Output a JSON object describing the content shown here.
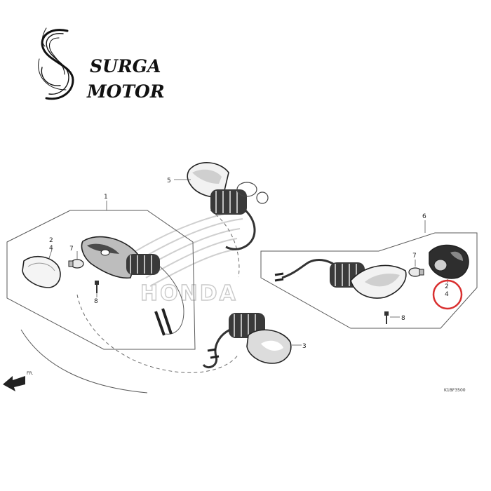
{
  "brand": {
    "line1": "SURGA",
    "line2": "MOTOR"
  },
  "watermark": "HONDA",
  "callouts": [
    {
      "id": "1",
      "label": "1"
    },
    {
      "id": "2a",
      "label": "2"
    },
    {
      "id": "4a",
      "label": "4"
    },
    {
      "id": "7a",
      "label": "7"
    },
    {
      "id": "8a",
      "label": "8"
    },
    {
      "id": "5",
      "label": "5"
    },
    {
      "id": "3",
      "label": "3"
    },
    {
      "id": "6",
      "label": "6"
    },
    {
      "id": "7b",
      "label": "7"
    },
    {
      "id": "2b",
      "label": "2"
    },
    {
      "id": "4b",
      "label": "4"
    },
    {
      "id": "8b",
      "label": "8"
    }
  ],
  "front_label": "FR.",
  "diagram_code": "K1BF3500",
  "highlight_color": "#d93030"
}
